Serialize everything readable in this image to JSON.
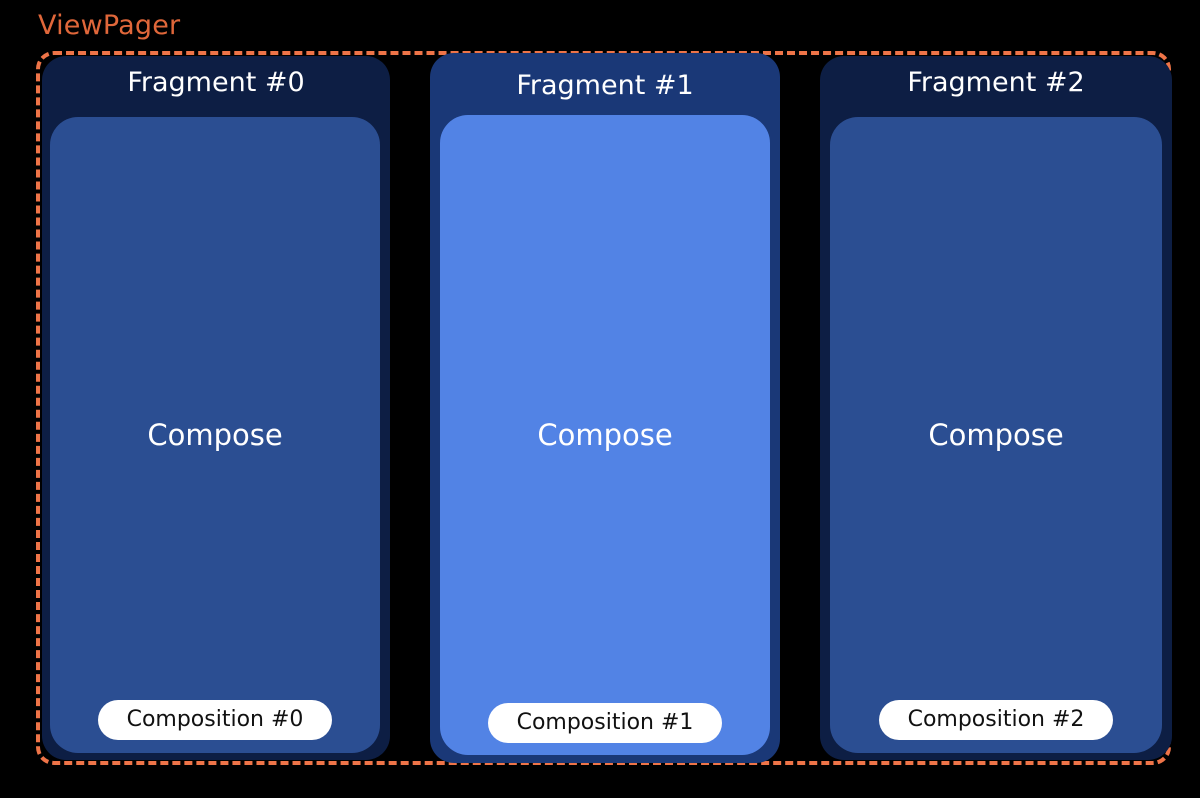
{
  "viewpager": {
    "label": "ViewPager",
    "accent_color": "#EE7448"
  },
  "fragments": [
    {
      "title": "Fragment #0",
      "compose_label": "Compose",
      "composition_label": "Composition #0",
      "state": "inactive",
      "frame_color": "#0D1E44",
      "fill_color": "#2B4E92"
    },
    {
      "title": "Fragment #1",
      "compose_label": "Compose",
      "composition_label": "Composition #1",
      "state": "active",
      "frame_color": "#1A3877",
      "fill_color": "#5283E5"
    },
    {
      "title": "Fragment #2",
      "compose_label": "Compose",
      "composition_label": "Composition #2",
      "state": "inactive",
      "frame_color": "#0D1E44",
      "fill_color": "#2B4E92"
    }
  ]
}
